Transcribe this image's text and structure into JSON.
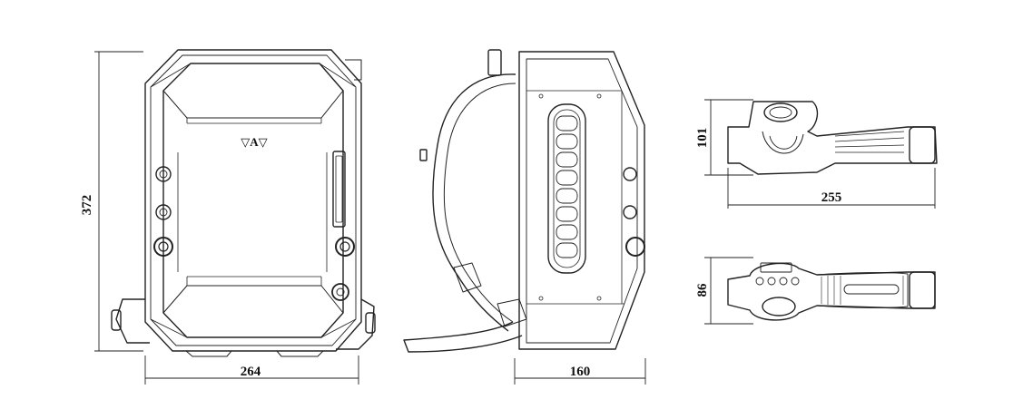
{
  "views": {
    "front": {
      "logo_text": "▽A▽",
      "dims": {
        "height": "372",
        "width": "264"
      }
    },
    "side": {
      "dims": {
        "depth": "160"
      }
    },
    "handle_side": {
      "dims": {
        "height": "101",
        "length": "255"
      }
    },
    "handle_top": {
      "dims": {
        "height": "86"
      }
    }
  }
}
